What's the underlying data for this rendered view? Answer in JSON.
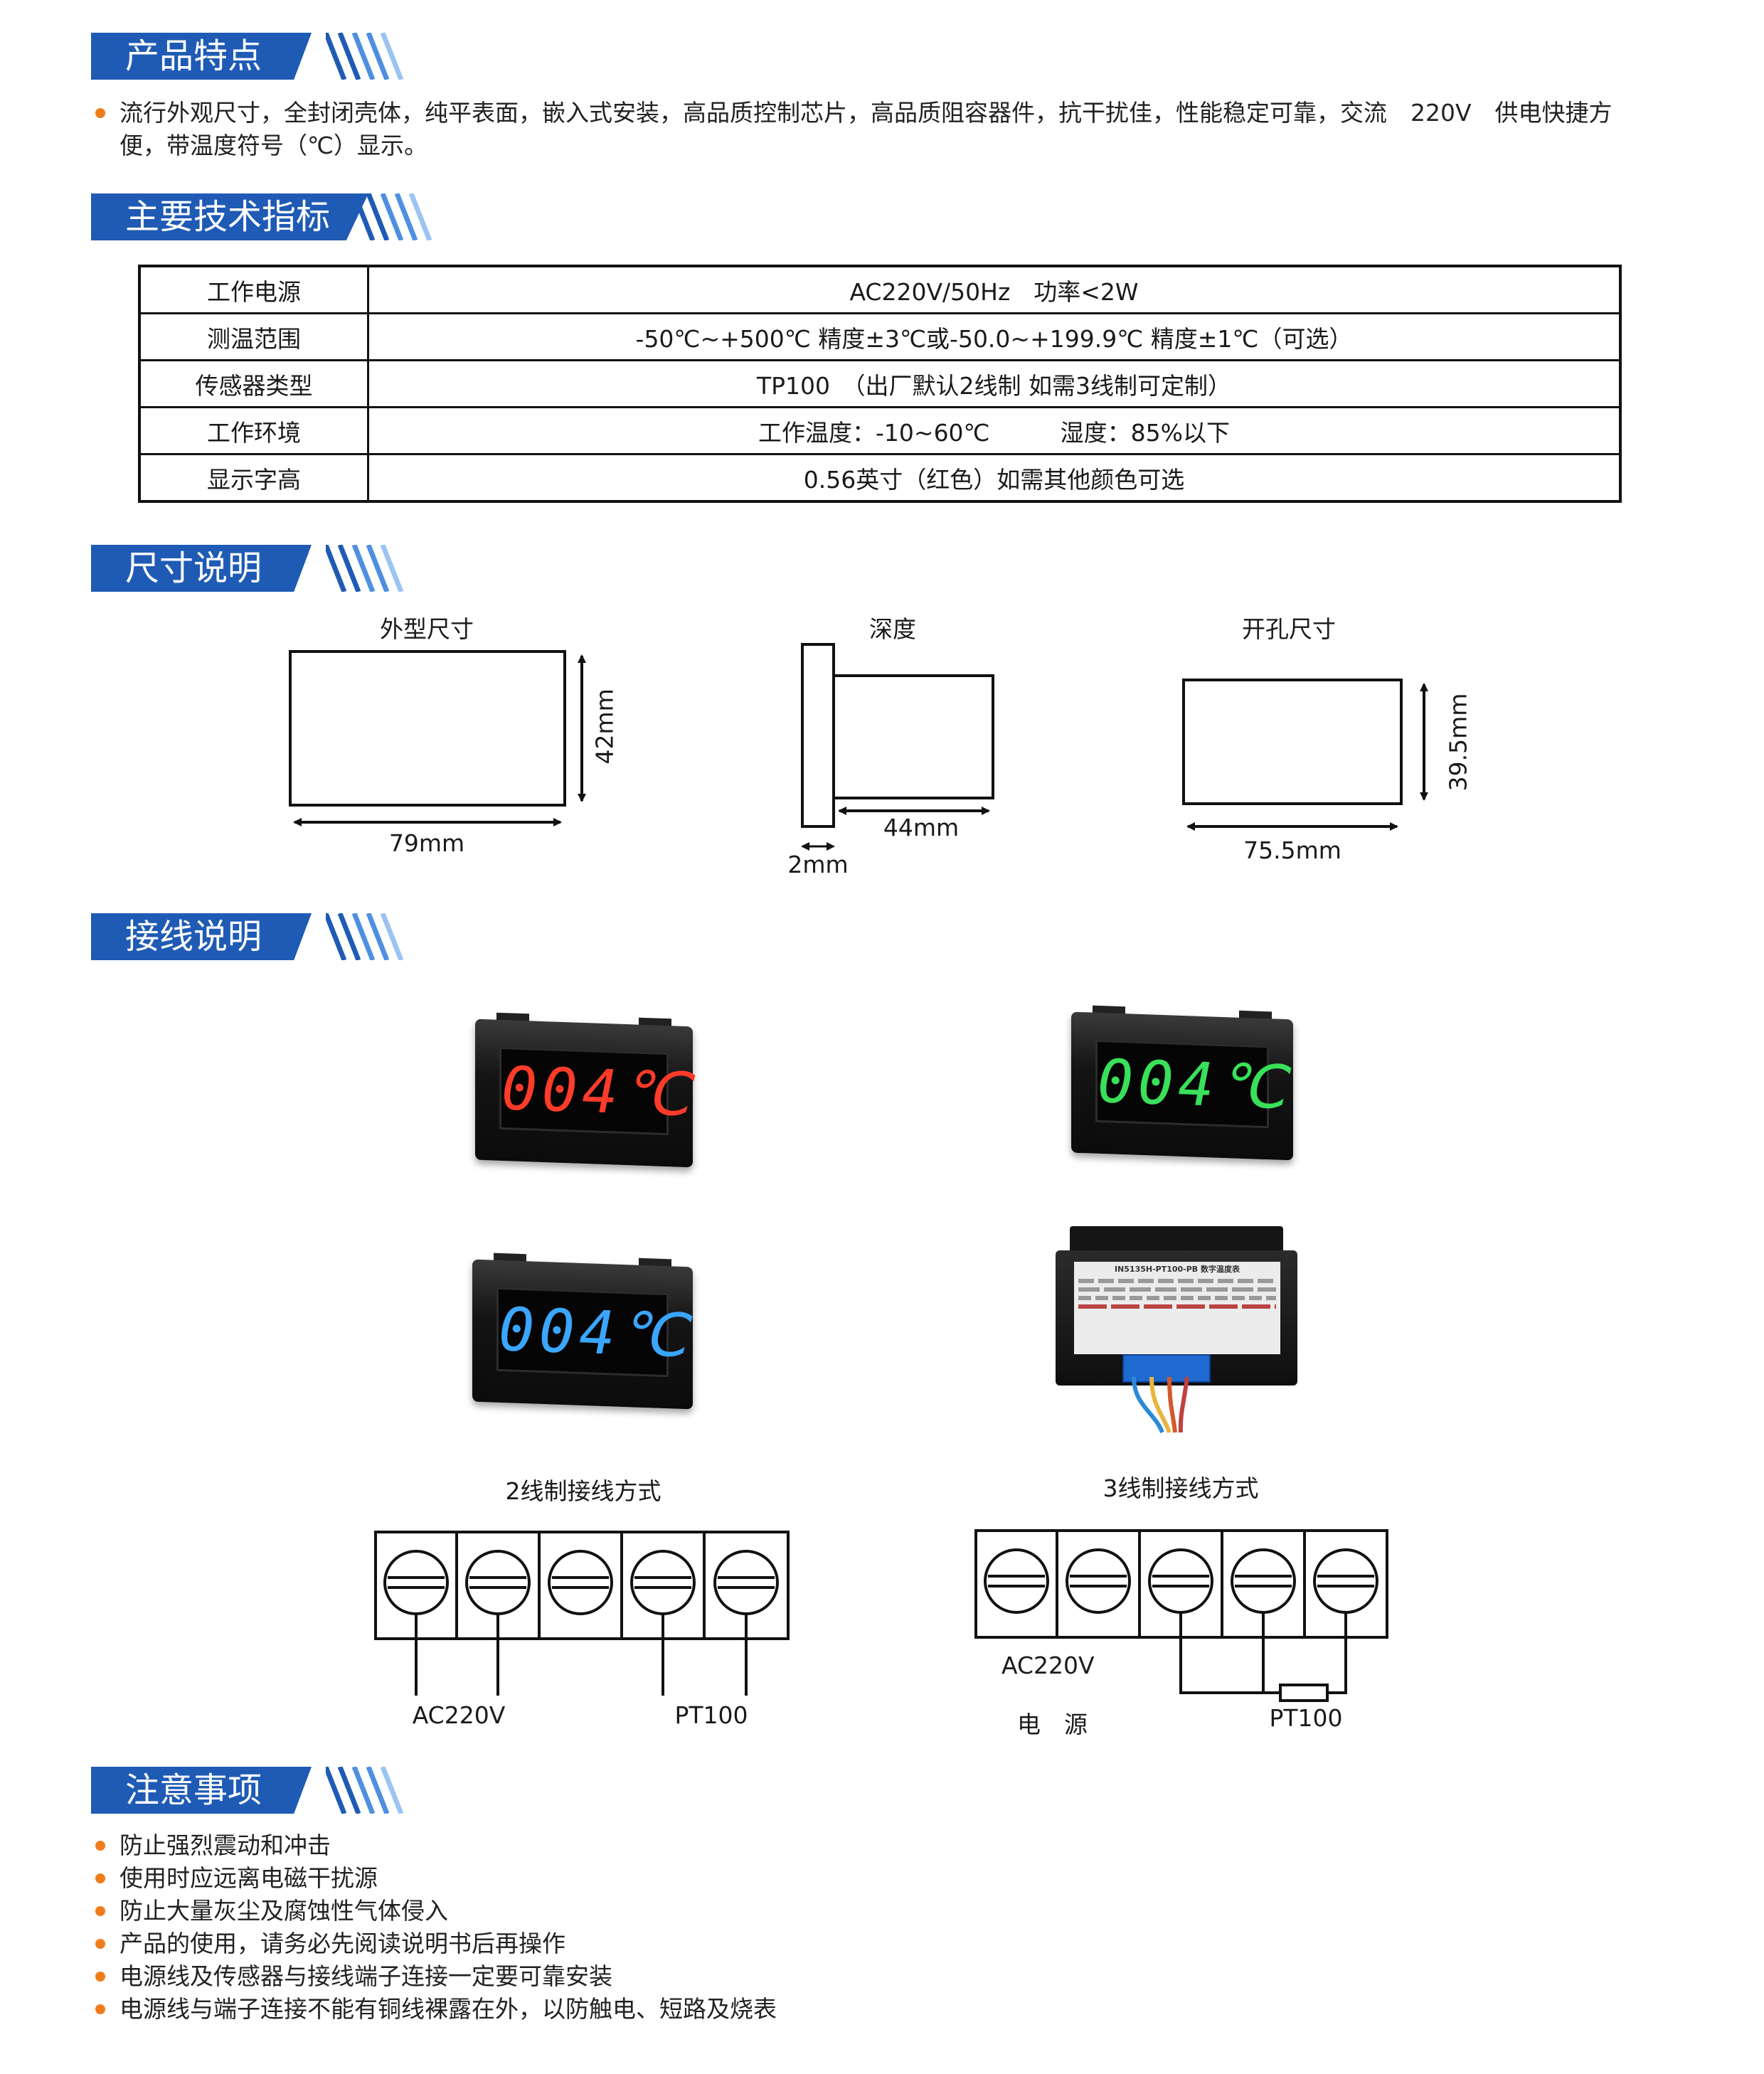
{
  "sections": {
    "features": "产品特点",
    "specs": "主要技术指标",
    "dimensions": "尺寸说明",
    "wiring": "接线说明",
    "notes": "注意事项"
  },
  "features": {
    "line1": "流行外观尺寸，全封闭壳体，纯平表面，嵌入式安装，高品质控制芯片，高品质阻容器件，抗干扰佳，性能稳定可靠，交流　220V　供电快捷方",
    "line2": "便，带温度符号（℃）显示。"
  },
  "spec_table": [
    {
      "key": "工作电源",
      "value": "AC220V/50Hz　功率<2W"
    },
    {
      "key": "测温范围",
      "value": "-50℃~+500℃  精度±3℃或-50.0~+199.9℃ 精度±1℃（可选）"
    },
    {
      "key": "传感器类型",
      "value": "TP100　（出厂默认2线制  如需3线制可定制）"
    },
    {
      "key": "工作环境",
      "value": "工作温度：-10~60℃　　　湿度：85%以下"
    },
    {
      "key": "显示字高",
      "value": "0.56英寸（红色）如需其他颜色可选"
    }
  ],
  "dimensions": {
    "outline_title": "外型尺寸",
    "outline_width": "79mm",
    "outline_height": "42mm",
    "depth_title": "深度",
    "depth_value": "44mm",
    "depth_panel": "2mm",
    "cutout_title": "开孔尺寸",
    "cutout_width": "75.5mm",
    "cutout_height": "39.5mm"
  },
  "devices": {
    "reading": "004℃",
    "colors": {
      "red": "#ff3b2a",
      "green": "#39e05a",
      "blue": "#3aa6ff"
    },
    "label_title": "IN5135H-PT100-PB 数字温度表"
  },
  "wiring": {
    "two_wire_title": "2线制接线方式",
    "two_wire_power": "AC220V",
    "two_wire_sensor": "PT100",
    "three_wire_title": "3线制接线方式",
    "three_wire_power": "AC220V",
    "three_wire_power_sub": "电　源",
    "three_wire_sensor": "PT100"
  },
  "notes": [
    "防止强烈震动和冲击",
    "使用时应远离电磁干扰源",
    "防止大量灰尘及腐蚀性气体侵入",
    "产品的使用，请务必先阅读说明书后再操作",
    "电源线及传感器与接线端子连接一定要可靠安装",
    "电源线与端子连接不能有铜线裸露在外，以防触电、短路及烧表"
  ],
  "accent_colors": {
    "banner": "#1f5bb5",
    "bullet": "#f07d1b"
  }
}
